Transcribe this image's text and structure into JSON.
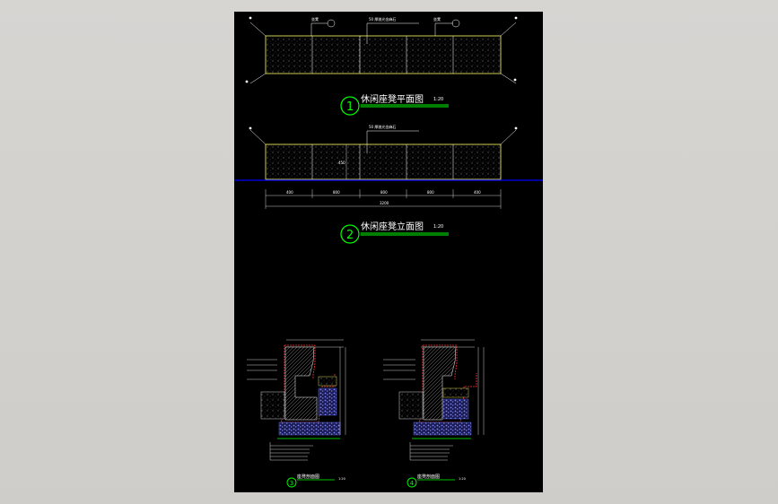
{
  "colors": {
    "window_bg": "#d4d0c8",
    "sheet_bg": "#000000",
    "outline": "#ffff66",
    "dims": "#ffffff",
    "title_green": "#00ff00",
    "ground_line": "#0000ff",
    "section_red": "#ff3333",
    "fill_blue": "#6a78ff"
  },
  "plan": {
    "title": "休闲座凳平面图",
    "scale": "1:20",
    "badge": "1",
    "callout_left": "坐凳",
    "callout_mid": "50 厚抛光金麻石",
    "callout_right": "坐凳"
  },
  "elevation": {
    "title": "休闲座凳立面图",
    "scale": "1:20",
    "badge": "2",
    "callout_mid": "50 厚抛光金麻石",
    "dims": [
      "400",
      "800",
      "800",
      "800",
      "400"
    ],
    "total": "3200",
    "height": "450"
  },
  "sections": [
    {
      "badge": "3",
      "title": "座凳剖面图",
      "scale": "1:20"
    },
    {
      "badge": "4",
      "title": "座凳剖面图",
      "scale": "1:20"
    }
  ]
}
